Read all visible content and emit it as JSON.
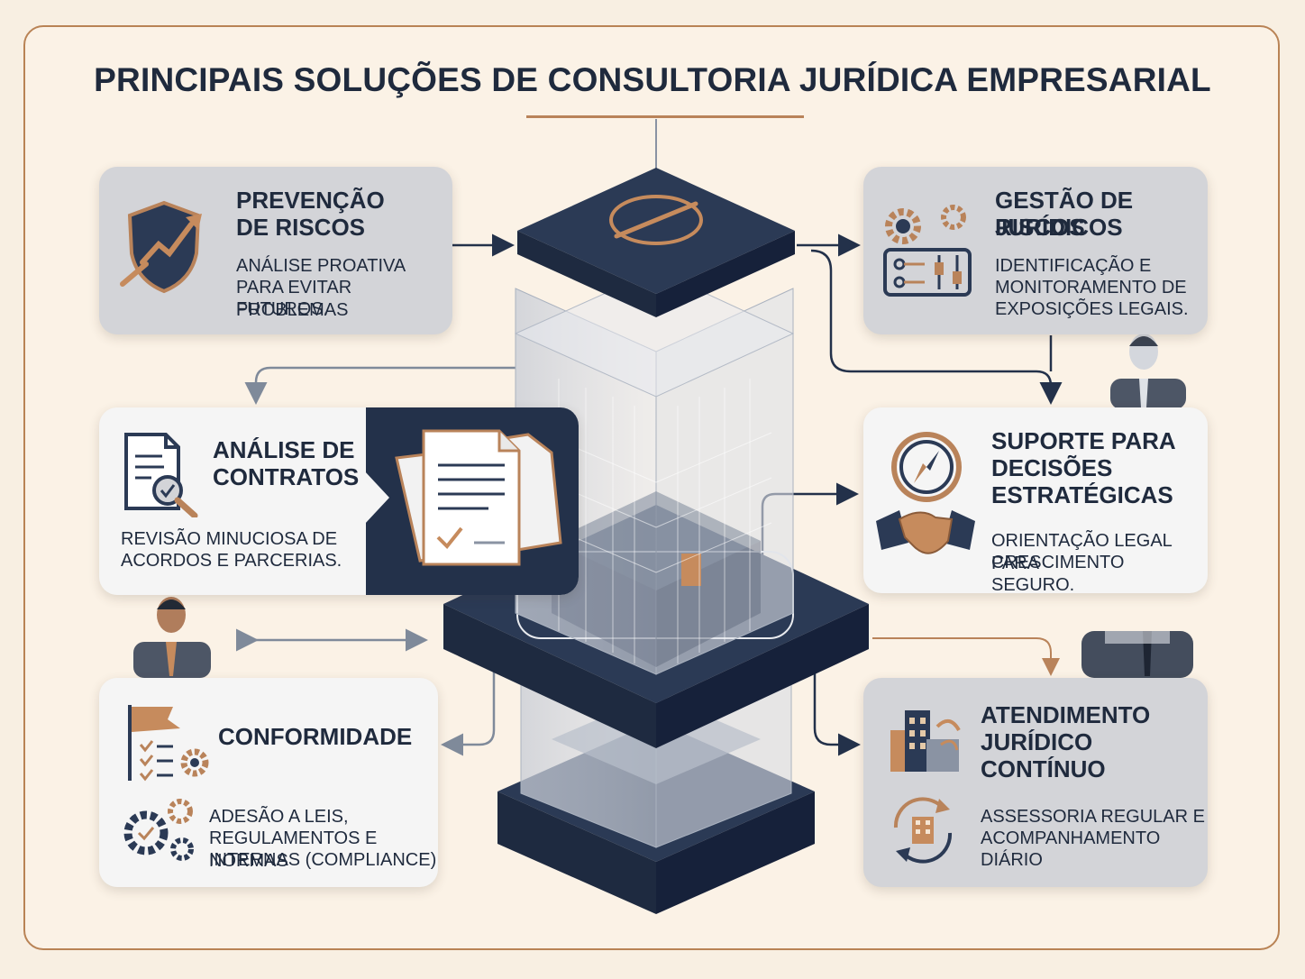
{
  "title": "PRINCIPAIS SOLUÇÕES DE CONSULTORIA JURÍDICA EMPRESARIAL",
  "colors": {
    "navy": "#23314a",
    "copper": "#b9835a",
    "grey_card": "#d3d4d8",
    "white_card": "#f5f5f5",
    "background": "#f8efe2"
  },
  "cards": {
    "prevencao": {
      "title_1": "PREVENÇÃO",
      "title_2": "DE RISCOS",
      "desc_1": "ANÁLISE PROATIVA",
      "desc_2": "PARA EVITAR PROBLEMAS",
      "desc_3": "FUTUROS.",
      "icon": "shield-growth-icon"
    },
    "gestao": {
      "title_1": "GESTÃO DE RISCOS",
      "title_2": "JURÍDICOS",
      "desc_1": "IDENTIFICAÇÃO E",
      "desc_2": "MONITORAMENTO DE",
      "desc_3": "EXPOSIÇÕES LEGAIS.",
      "icon": "gears-controls-icon"
    },
    "contratos": {
      "title_1": "ANÁLISE DE",
      "title_2": "CONTRATOS",
      "desc_1": "REVISÃO MINUCIOSA DE",
      "desc_2": "ACORDOS E PARCERIAS.",
      "icon": "document-magnifier-icon"
    },
    "suporte": {
      "title_1": "SUPORTE PARA",
      "title_2": "DECISÕES",
      "title_3": "ESTRATÉGICAS",
      "desc_1": "ORIENTAÇÃO LEGAL PARA",
      "desc_2": "CRESCIMENTO SEGURO.",
      "icon": "compass-handshake-icon"
    },
    "conformidade": {
      "title_1": "CONFORMIDADE",
      "desc_1": "ADESÃO A LEIS,",
      "desc_2": "REGULAMENTOS E NORMAS",
      "desc_3": "INTERNAS (COMPLIANCE)",
      "icon": "flag-checklist-icon"
    },
    "atendimento": {
      "title_1": "ATENDIMENTO",
      "title_2": "JURÍDICO",
      "title_3": "CONTÍNUO",
      "desc_1": "ASSESSORIA REGULAR E",
      "desc_2": "ACOMPANHAMENTO",
      "desc_3": "DIÁRIO",
      "icon": "building-cycle-icon"
    }
  }
}
